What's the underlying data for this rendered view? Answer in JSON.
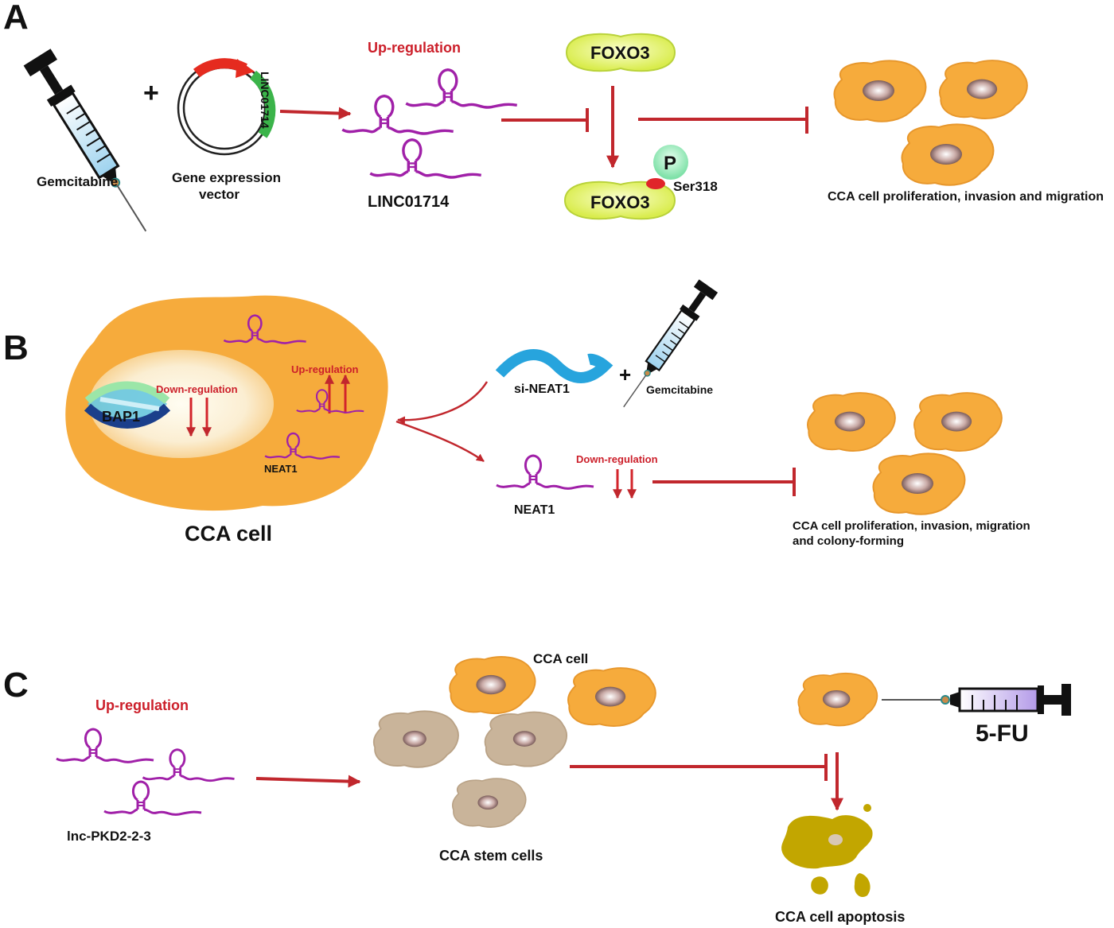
{
  "panels": {
    "a": {
      "letter": "A",
      "plus": "+",
      "drug": "Gemcitabine",
      "vector_line1": "Gene expression",
      "vector_line2": "vector",
      "plasmid_gene": "LINC01714",
      "upregulation": "Up-regulation",
      "lnc_name": "LINC01714",
      "protein_top": "FOXO3",
      "protein_bottom": "FOXO3",
      "phospho": "P",
      "site": "Ser318",
      "outcome": "CCA cell proliferation, invasion and migration"
    },
    "b": {
      "letter": "B",
      "cell_label": "CCA cell",
      "gene": "BAP1",
      "down_nucleus": "Down-regulation",
      "up_cytoplasm": "Up-regulation",
      "neat_in_cell": "NEAT1",
      "sirna": "si-NEAT1",
      "plus": "+",
      "drug": "Gemcitabine",
      "down_neat": "Down-regulation",
      "neat_name": "NEAT1",
      "outcome_line1": "CCA cell proliferation, invasion, migration",
      "outcome_line2": "and colony-forming"
    },
    "c": {
      "letter": "C",
      "upregulation": "Up-regulation",
      "lnc_name": "lnc-PKD2-2-3",
      "cca_cell": "CCA cell",
      "stem_cells": "CCA stem cells",
      "drug": "5-FU",
      "apoptosis": "CCA cell apoptosis"
    }
  },
  "colors": {
    "arrow_red": "#c1272d",
    "text_red": "#d3242b",
    "rna": "#a020a8",
    "cell_orange": "#f6ab3c",
    "stem_tan": "#c9b49a",
    "apoptosis_olive": "#c2a600",
    "foxo_green": "#eaf58a",
    "siRNA_blue": "#27a4dd"
  }
}
